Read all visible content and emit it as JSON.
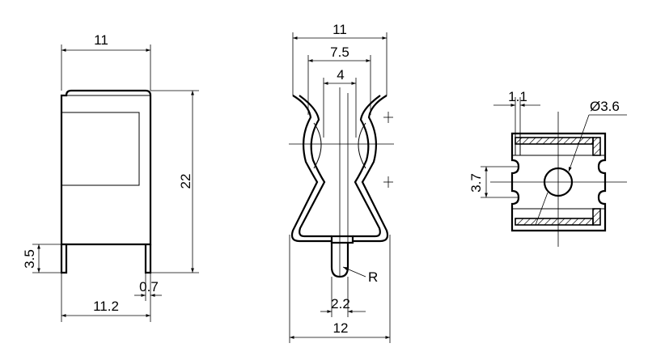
{
  "front_view": {
    "width_top": "11",
    "height": "22",
    "pin_height": "3.5",
    "pin_width": "0.7",
    "width_bottom": "11.2"
  },
  "side_view": {
    "width_top": "11",
    "inner_width": "7.5",
    "gap": "4",
    "radius": "R",
    "pin_gap": "2.2",
    "width_bottom": "12"
  },
  "bottom_view": {
    "slot_width": "1.1",
    "hole_diameter": "Ø3.6",
    "notch_height": "3.7"
  }
}
